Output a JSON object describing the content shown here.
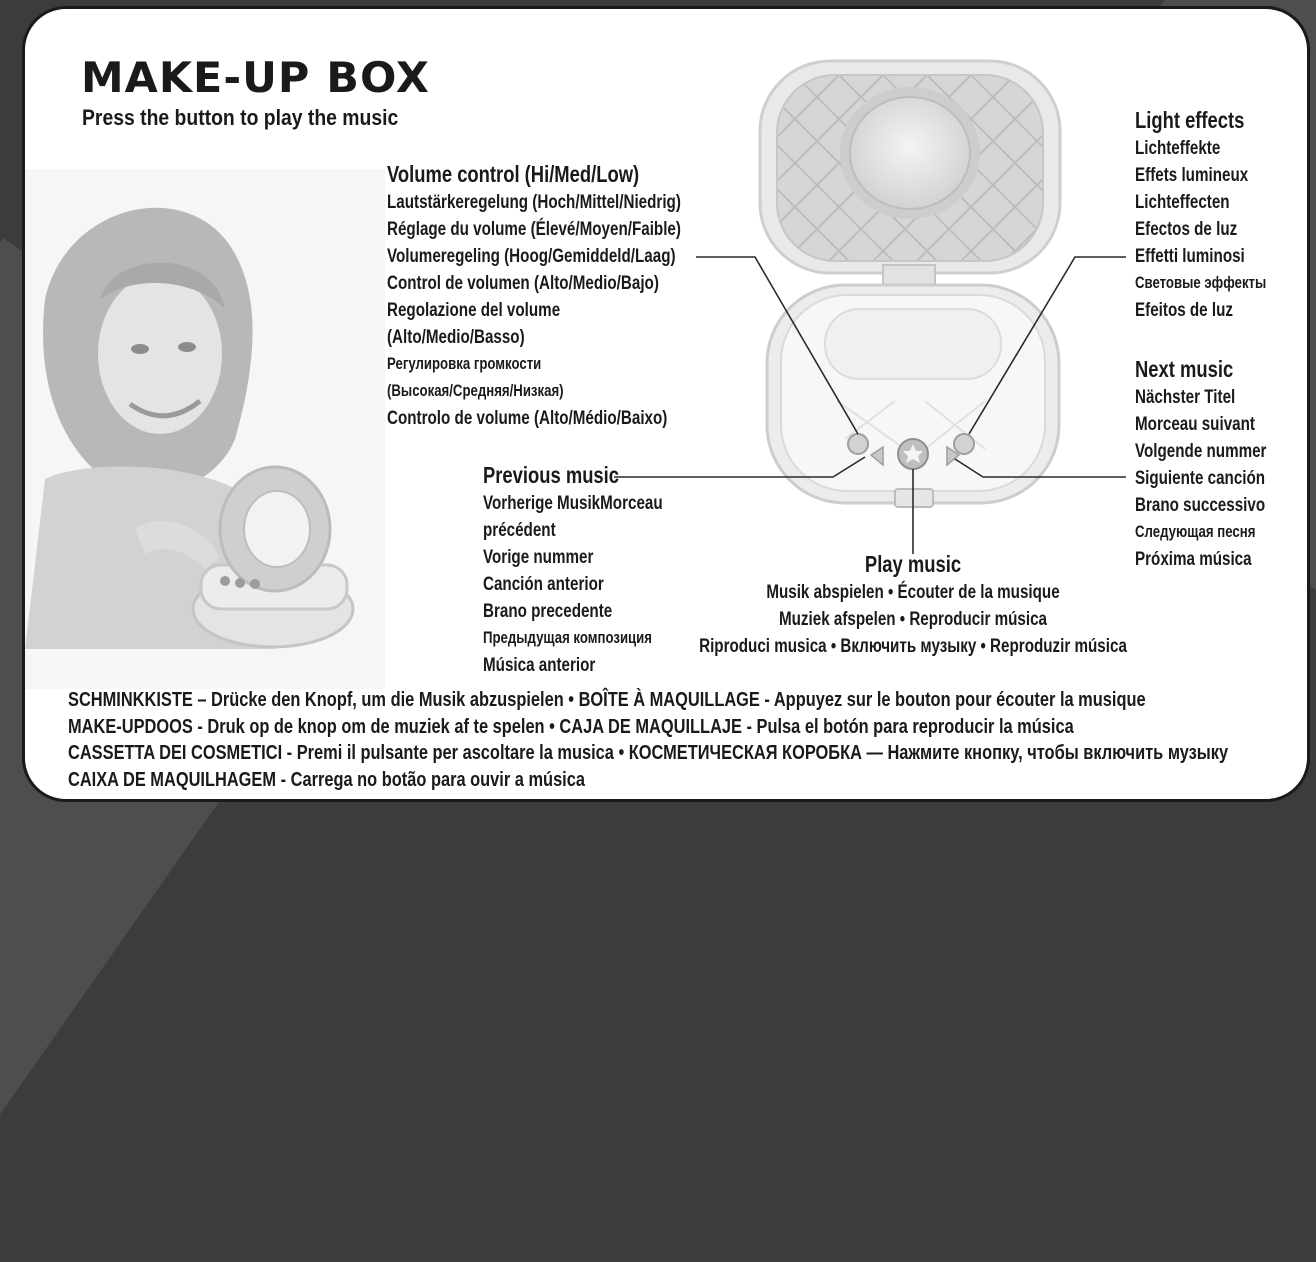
{
  "title": "MAKE-UP BOX",
  "subtitle": "Press the button to play the music",
  "volume": {
    "heading": "Volume control (Hi/Med/Low)",
    "lines": [
      "Lautstärkeregelung (Hoch/Mittel/Niedrig)",
      "Réglage du volume (Élevé/Moyen/Faible)",
      "Volumeregeling (Hoog/Gemiddeld/Laag)",
      "Control de volumen (Alto/Medio/Bajo)",
      "Regolazione del volume",
      "(Alto/Medio/Basso)",
      "Регулировка громкости",
      "(Высокая/Средняя/Низкая)",
      "Controlo de volume (Alto/Médio/Baixo)"
    ]
  },
  "previous": {
    "heading": "Previous music",
    "lines": [
      "Vorherige MusikMorceau",
      "précédent",
      "Vorige nummer",
      "Canción anterior",
      "Brano precedente",
      "Предыдущая композиция",
      "Música anterior"
    ]
  },
  "play": {
    "heading": "Play music",
    "lines": [
      "Musik abspielen • Écouter de la musique",
      "Muziek afspelen • Reproducir música",
      "Riproduci musica • Включить музыку • Reproduzir música"
    ]
  },
  "light": {
    "heading": "Light effects",
    "lines": [
      "Lichteffekte",
      "Effets lumineux",
      "Lichteffecten",
      "Efectos de luz",
      "Effetti luminosi",
      "Световые эффекты",
      "Efeitos de luz"
    ]
  },
  "next": {
    "heading": "Next music",
    "lines": [
      "Nächster Titel",
      "Morceau suivant",
      "Volgende nummer",
      "Siguiente canción",
      "Brano successivo",
      "Следующая песня",
      "Próxima música"
    ]
  },
  "footer": [
    "SCHMINKKISTE – Drücke den Knopf, um die Musik abzuspielen • BOÎTE À MAQUILLAGE - Appuyez sur le bouton pour écouter la musique",
    "MAKE-UPDOOS - Druk op de knop om de muziek af te spelen • CAJA DE MAQUILLAJE - Pulsa el botón para reproducir la música",
    "CASSETTA DEI COSMETICI - Premi il pulsante per ascoltare la musica • КОСМЕТИЧЕСКАЯ КОРОБКА — Нажмите кнопку, чтобы включить музыку",
    "CAIXA DE MAQUILHAGEM - Carrega no botão para ouvir a música"
  ],
  "colors": {
    "ink": "#1a1a1a",
    "outer": "#3c3c3c",
    "card": "#ffffff",
    "toy": "#e6e6e6"
  }
}
